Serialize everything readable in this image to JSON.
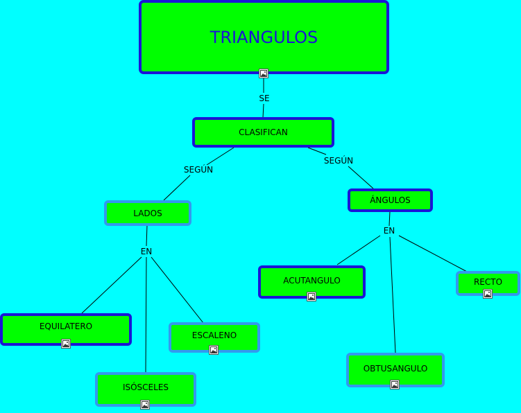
{
  "nodes": {
    "triangulos": "TRIANGULOS",
    "clasifican": "CLASIFICAN",
    "lados": "LADOS",
    "angulos": "ÁNGULOS",
    "equilatero": "EQUILATERO",
    "isosceles": "ISÓSCELES",
    "escaleno": "ESCALENO",
    "acutangulo": "ACUTANGULO",
    "obtusangulo": "OBTUSANGULO",
    "recto": "RECTO"
  },
  "links": {
    "se": "SE",
    "segun_lados": "SEGÚN",
    "segun_angulos": "SEGÚN",
    "en_lados": "EN",
    "en_angulos": "EN"
  },
  "colors": {
    "background": "#00ffff",
    "node_fill": "#00ff00",
    "dark_border": "#1a14d6",
    "light_border": "#3399ee",
    "line": "#000000"
  },
  "icons": {
    "resource": "image-resource-icon"
  }
}
